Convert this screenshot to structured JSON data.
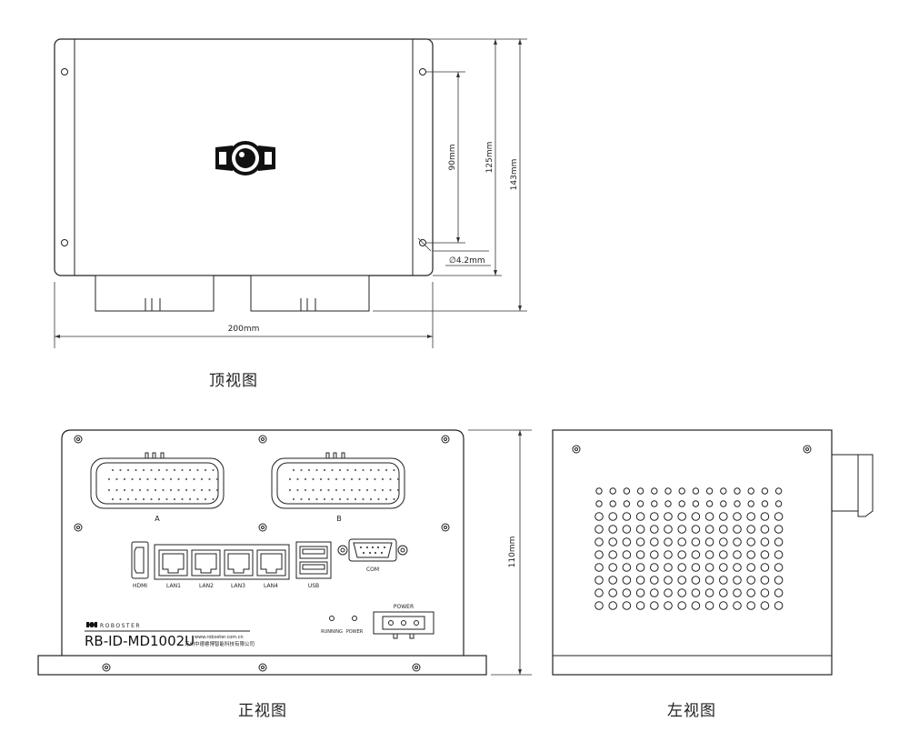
{
  "views": {
    "top": "顶视图",
    "front": "正视图",
    "left": "左视图"
  },
  "dimensions": {
    "width_top": "200mm",
    "hole_spacing": "90mm",
    "body_depth": "125mm",
    "total_depth": "143mm",
    "hole_dia": "∅4.2mm",
    "height_front": "110mm"
  },
  "connectors": {
    "a": "A",
    "b": "B"
  },
  "ports": {
    "hdmi": "HDMI",
    "lan1": "LAN1",
    "lan2": "LAN2",
    "lan3": "LAN3",
    "lan4": "LAN4",
    "usb": "USB",
    "com": "COM",
    "power": "POWER"
  },
  "leds": {
    "running": "RUNNING",
    "power": "POWER"
  },
  "branding": {
    "brand": "ROBOSTER",
    "model": "RB-ID-MD1002U",
    "url": "www.roboster.com.cn",
    "company": "苏州中德睿博智能科技有限公司"
  }
}
